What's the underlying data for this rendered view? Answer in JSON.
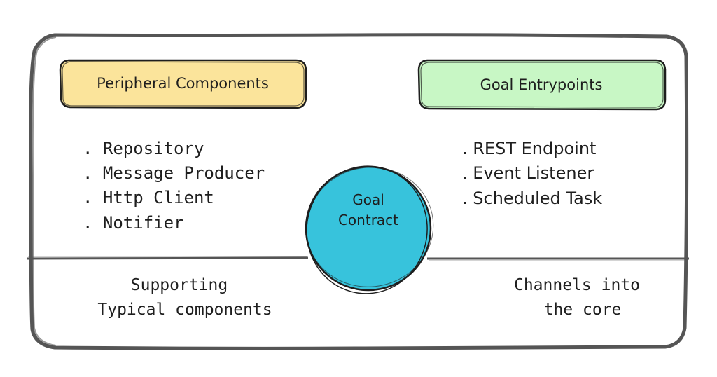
{
  "colors": {
    "frame_stroke": "#555555",
    "ink": "#1e1e1e",
    "peripheral_fill": "#fbe49b",
    "entrypoints_fill": "#c8f7c5",
    "contract_fill": "#37c3dc",
    "background": "#ffffff"
  },
  "peripheral": {
    "title": "Peripheral Components",
    "items": [
      ". Repository",
      ". Message Producer",
      ". Http Client",
      ". Notifier"
    ],
    "caption_line1": "Supporting",
    "caption_line2": "Typical components"
  },
  "entrypoints": {
    "title": "Goal Entrypoints",
    "items": [
      ". REST Endpoint",
      ". Event Listener",
      ". Scheduled Task"
    ],
    "caption_line1": "Channels into",
    "caption_line2": "the core"
  },
  "contract": {
    "line1": "Goal",
    "line2": "Contract"
  }
}
